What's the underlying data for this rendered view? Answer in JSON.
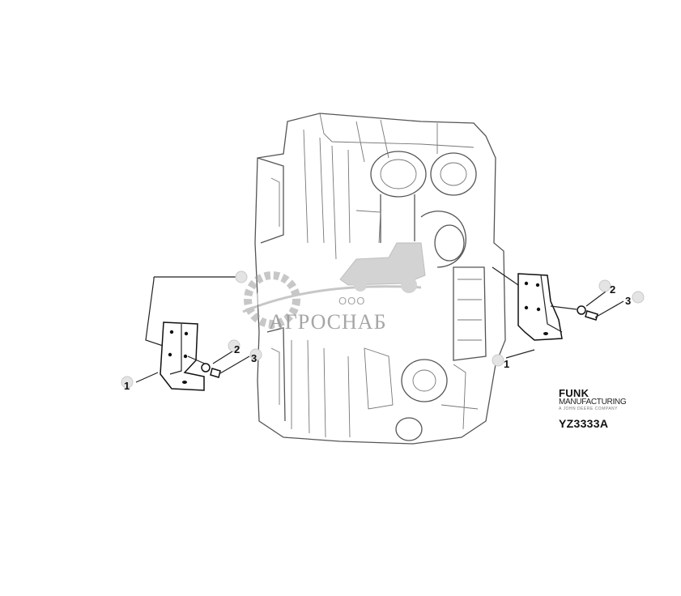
{
  "callouts": {
    "left_bracket": "1",
    "left_washer": "2",
    "left_bolt": "3",
    "right_bracket": "1",
    "right_washer": "2",
    "right_bolt": "3"
  },
  "brand": {
    "name": "FUNK",
    "subtitle": "MANUFACTURING",
    "tagline": "A JOHN DEERE COMPANY"
  },
  "figure_code": "YZ3333A",
  "watermark": {
    "prefix": "ООО",
    "name": "АГРОСНАБ"
  },
  "colors": {
    "line": "#222222",
    "engine_line": "#555555",
    "bubble": "#e4e4e4",
    "watermark": "#969696"
  }
}
